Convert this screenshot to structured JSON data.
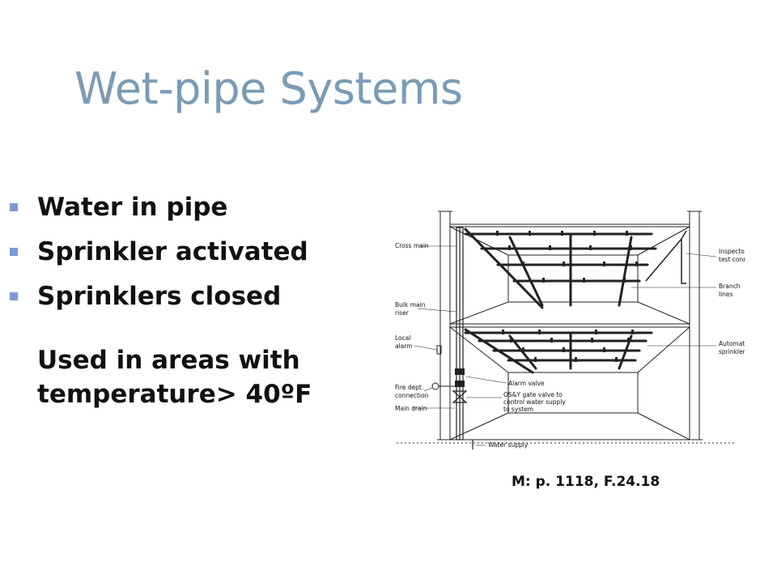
{
  "slide": {
    "title": "Wet-pipe Systems",
    "bullets": [
      "Water in pipe",
      "Sprinkler activated",
      "Sprinklers closed"
    ],
    "note_lines": [
      "Used in areas with",
      "temperature> 40ºF"
    ],
    "caption": "M: p. 1118, F.24.18"
  },
  "diagram": {
    "labels": {
      "cross_main": "Cross main",
      "bulk_main": "Bulk main",
      "riser": "riser",
      "local": "Local",
      "alarm": "alarm",
      "fire_dept": "Fire dept.",
      "connection": "connection",
      "main_drain": "Main drain",
      "inspectors": "Inspector's",
      "test_connection": "test connection",
      "branch": "Branch",
      "lines": "lines",
      "automatic": "Automatic",
      "sprinklers": "sprinklers",
      "alarm_valve": "Alarm valve",
      "osy_1": "OS&Y gate valve to",
      "osy_2": "control water supply",
      "osy_3": "to system",
      "water_supply": "Water supply"
    }
  },
  "colors": {
    "title": "#7b9bb6",
    "bullet": "#7a9ad7",
    "text": "#111111"
  }
}
